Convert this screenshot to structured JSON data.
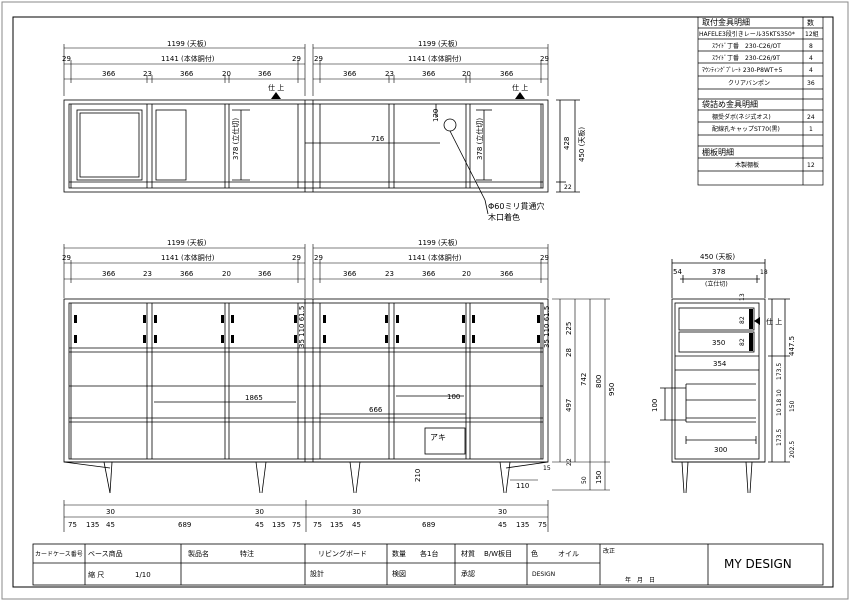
{
  "parts_table": {
    "hardware_title": "取付金具明細",
    "qty_header": "数",
    "hardware": [
      {
        "name": "HAFELE3段引きレール35KTS350*　",
        "qty": "12組"
      },
      {
        "name": "ｽﾗｲﾄﾞ丁番　230-C26/OT",
        "qty": "8"
      },
      {
        "name": "ｽﾗｲﾄﾞ丁番　230-C26/9T",
        "qty": "4"
      },
      {
        "name": "ﾏｳﾝﾃｨﾝｸﾞﾌﾟﾚｰﾄ 230-P8WT+5",
        "qty": "4"
      },
      {
        "name": "クリアバンポン",
        "qty": "36"
      }
    ],
    "fastener_title": "袋詰め金具明細",
    "fasteners": [
      {
        "name": "棚受ダボ(ネジ式オス)",
        "qty": "24"
      },
      {
        "name": "配線孔キャップST70(黒)",
        "qty": "1"
      }
    ],
    "shelf_title": "棚板明細",
    "shelves": [
      {
        "name": "木製棚板",
        "qty": "12"
      }
    ]
  },
  "top_view": {
    "top_board_left": "1199 (天板)",
    "top_board_right": "1199 (天板)",
    "body_width_left": "1141 (本体胴付)",
    "body_width_right": "1141 (本体胴付)",
    "edge_29": "29",
    "bay_366": "366",
    "gap_23": "23",
    "gap_20": "20",
    "depth_450": "450 (天板)",
    "depth_428": "428",
    "inner_378": "378 (立仕切)",
    "hole_716": "716",
    "hole_120": "120",
    "base_22": "22",
    "front_mark": "仕 上",
    "hole_note_1": "Φ60ミリ貫通穴",
    "hole_note_2": "木口着色"
  },
  "front_view": {
    "total_1865": "1865",
    "shelf_666": "666",
    "shelf_100": "100",
    "open_label": "アキ",
    "door_225": "225",
    "drawer_dims": "35 110 61.5",
    "h_950": "950",
    "h_800": "800",
    "h_742": "742",
    "h_497": "497",
    "h_22": "22",
    "h_50": "50",
    "h_210": "210",
    "h_150": "150",
    "leg_110": "110",
    "h_28": "28",
    "h_15": "15",
    "bottom_dims": [
      "75",
      "135",
      "30",
      "45",
      "689",
      "30",
      "45",
      "135",
      "75",
      "75",
      "135",
      "30",
      "45",
      "689",
      "30",
      "45",
      "135",
      "75"
    ]
  },
  "side_view": {
    "top_board": "450 (天板)",
    "w_54": "54",
    "w_378": "378",
    "w_18": "18",
    "inner_label": "(立仕切)",
    "d_13": "13",
    "d_82": "82",
    "d_350": "350",
    "d_354": "354",
    "d_300": "300",
    "d_100": "100",
    "h_447_5": "447.5",
    "h_173_5a": "173.5",
    "h_150": "150",
    "h_173_5b": "173.5",
    "h_202_5": "202.5",
    "small_dims": "10 18 10",
    "front_mark": "仕 上"
  },
  "title_block": {
    "card_case_label": "カードケース番号",
    "base_product_label": "ベース商品",
    "product_name_label": "製品名",
    "product_name_value": "特注",
    "product_name": "リビングボード",
    "qty_label": "数量",
    "qty_value": "各1台",
    "material_label": "材質",
    "material_value": "B/W板目",
    "color_label": "色",
    "color_value": "オイル",
    "revision_label": "改正",
    "scale_label": "縮 尺",
    "scale_value": "1/10",
    "design_label": "設計",
    "check_label": "検図",
    "approve_label": "承認",
    "design_value": "DESIGN",
    "date_labels": "年　月　日",
    "company": "MY DESIGN"
  }
}
